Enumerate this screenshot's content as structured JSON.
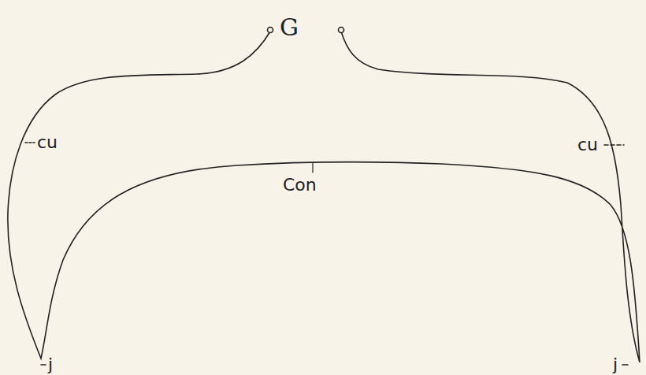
{
  "diagram": {
    "labels": [
      "G",
      "cu",
      "cu",
      "Con",
      "j",
      "j"
    ]
  }
}
